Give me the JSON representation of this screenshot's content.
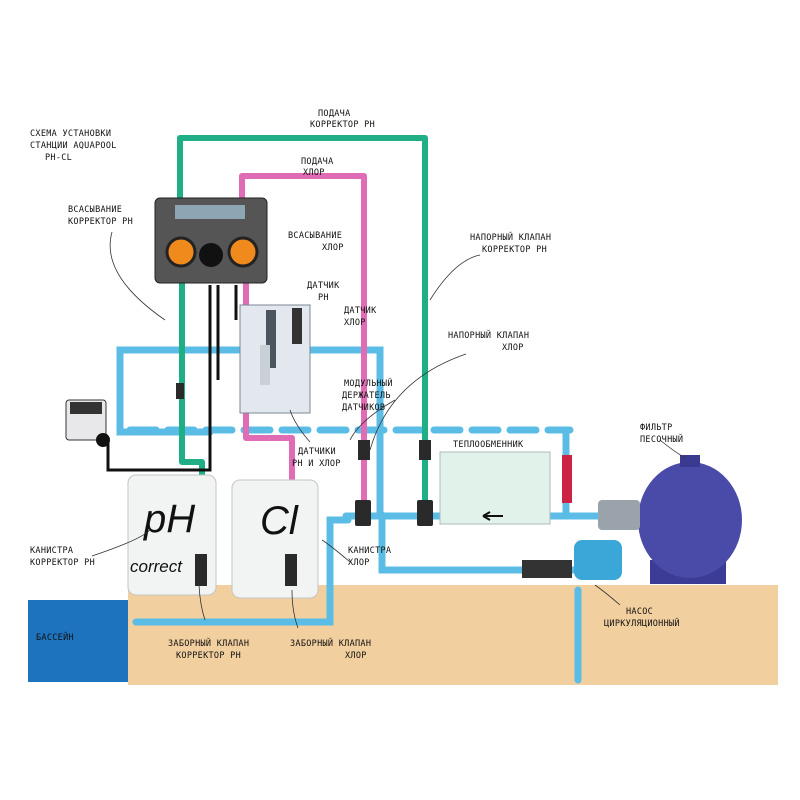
{
  "title": [
    "СХЕМА УСТАНОВКИ",
    "СТАНЦИИ AQUAPOOL",
    "PH-CL"
  ],
  "labels": {
    "supply_ph": [
      "ПОДАЧА",
      "КОРРЕКТОР PH"
    ],
    "supply_cl": [
      "ПОДАЧА",
      "ХЛОР"
    ],
    "suction_ph": [
      "ВСАСЫВАНИЕ",
      "КОРРЕКТОР PH"
    ],
    "suction_cl": [
      "ВСАСЫВАНИЕ",
      "ХЛОР"
    ],
    "sensor_ph": [
      "ДАТЧИК",
      "PH"
    ],
    "sensor_cl": [
      "ДАТЧИК",
      "ХЛОР"
    ],
    "pressure_valve_ph": [
      "НАПОРНЫЙ КЛАПАН",
      "КОРРЕКТОР PH"
    ],
    "pressure_valve_cl": [
      "НАПОРНЫЙ КЛАПАН",
      "ХЛОР"
    ],
    "sensor_holder": [
      "МОДУЛЬНЫЙ",
      "ДЕРЖАТЕЛЬ",
      "ДАТЧИКОВ"
    ],
    "sensors_ph_cl": [
      "ДАТЧИКИ",
      "PH И ХЛОР"
    ],
    "heat_exchanger": "ТЕПЛООБМЕННИК",
    "filter": [
      "ФИЛЬТР",
      "ПЕСОЧНЫЙ"
    ],
    "canister_ph": [
      "КАНИСТРА",
      "КОРРЕКТОР PH"
    ],
    "canister_cl": [
      "КАНИСТРА",
      "ХЛОР"
    ],
    "intake_valve_ph": [
      "ЗАБОРНЫЙ КЛАПАН",
      "КОРРЕКТОР PH"
    ],
    "intake_valve_cl": [
      "ЗАБОРНЫЙ КЛАПАН",
      "ХЛОР"
    ],
    "pump": [
      "НАСОС",
      "ЦИРКУЛЯЦИОННЫЙ"
    ],
    "pool": "БАССЕЙН"
  },
  "tanks": {
    "ph_big": "pH",
    "ph_small": "correct",
    "cl": "Cl"
  },
  "colors": {
    "ph_line": "#1fae86",
    "cl_line": "#e06cb5",
    "water_pipe": "#5bbde6",
    "ground": "#f2cf9f",
    "pool": "#1e73be",
    "filter": "#4a4aa8",
    "controller": "#555555",
    "pump_head": "#f08a1c"
  },
  "icons": [
    "controller-unit",
    "pump-head-icon",
    "sensor-probe-icon",
    "valve-icon",
    "ph-meter-icon"
  ]
}
